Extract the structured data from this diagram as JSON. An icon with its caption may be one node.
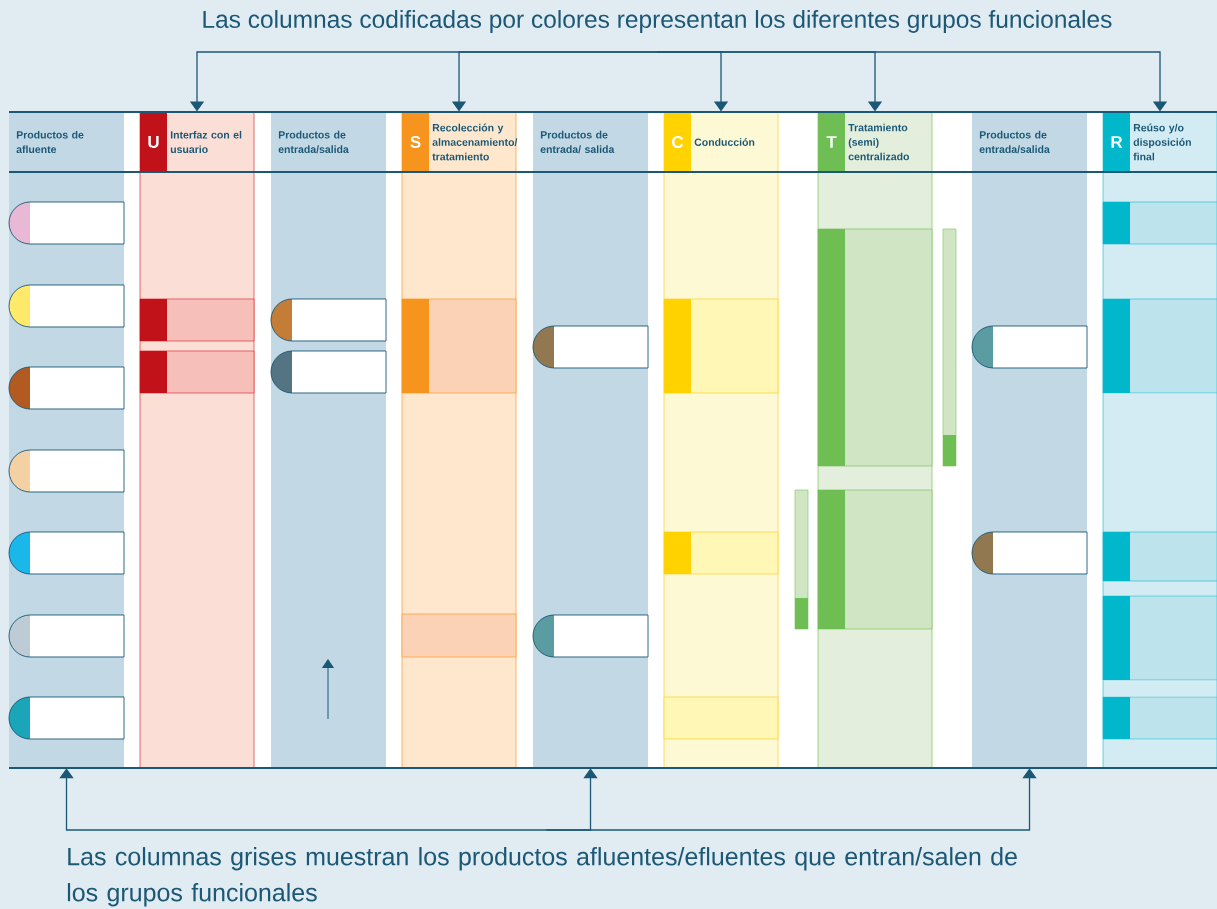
{
  "diagram": {
    "nodes": [
      {
        "text": [
          "Las columnas codificadas por colores representan los diferentes grupos funcionales"
        ]
      },
      {
        "text": [
          "Productos de afluente"
        ]
      },
      {
        "text": [
          "U",
          "Interfaz con el usuario"
        ]
      },
      {
        "text": [
          "Productos de entrada/salida"
        ]
      },
      {
        "text": [
          "S",
          "Recolección y almacenamiento/ tratamiento"
        ]
      },
      {
        "text": [
          "Productos de entrada/ salida"
        ]
      },
      {
        "text": [
          "C",
          "Conducción"
        ]
      },
      {
        "text": [
          "T",
          "Tratamiento (semi) centralizado"
        ]
      },
      {
        "text": [
          "Productos de entrada/salida"
        ]
      },
      {
        "text": [
          "R",
          "Reúso y/o disposición final"
        ]
      },
      {
        "text": [],
        "shape": "pill",
        "in": 1
      },
      {
        "text": [],
        "shape": "pill",
        "in": 1
      },
      {
        "text": [],
        "shape": "pill",
        "in": 1
      },
      {
        "text": [],
        "shape": "pill",
        "in": 1
      },
      {
        "text": [],
        "shape": "pill",
        "in": 1
      },
      {
        "text": [],
        "shape": "pill",
        "in": 1
      },
      {
        "text": [],
        "shape": "pill",
        "in": 1
      },
      {
        "text": [],
        "shape": "box",
        "in": 2
      },
      {
        "text": [],
        "shape": "box",
        "in": 2
      },
      {
        "text": [],
        "shape": "pill",
        "in": 3
      },
      {
        "text": [],
        "shape": "pill",
        "in": 3
      },
      {
        "text": [],
        "shape": "box",
        "in": 4
      },
      {
        "text": [],
        "shape": "box",
        "in": 4
      },
      {
        "text": [],
        "shape": "pill",
        "in": 5
      },
      {
        "text": [],
        "shape": "pill",
        "in": 5
      },
      {
        "text": [],
        "shape": "box",
        "in": 6
      },
      {
        "text": [],
        "shape": "box",
        "in": 6
      },
      {
        "text": [],
        "shape": "box",
        "in": 6
      },
      {
        "text": [],
        "shape": "bar"
      },
      {
        "text": [],
        "shape": "box",
        "in": 7
      },
      {
        "text": [],
        "shape": "box",
        "in": 7
      },
      {
        "text": [],
        "shape": "bar"
      },
      {
        "text": [],
        "shape": "pill",
        "in": 8
      },
      {
        "text": [],
        "shape": "pill",
        "in": 8
      },
      {
        "text": [],
        "shape": "box",
        "in": 9
      },
      {
        "text": [],
        "shape": "box",
        "in": 9
      },
      {
        "text": [],
        "shape": "box",
        "in": 9
      },
      {
        "text": [],
        "shape": "box",
        "in": 9
      },
      {
        "text": [],
        "shape": "box",
        "in": 9
      },
      {
        "text": [
          "Las columnas grises muestran los productos afluentes/efluentes que entran/salen de los grupos funcionales"
        ]
      }
    ],
    "edges": [
      {
        "from": 0,
        "to": 2,
        "arrow": "to"
      },
      {
        "from": 0,
        "to": 4,
        "arrow": "to"
      },
      {
        "from": 0,
        "to": 6,
        "arrow": "to"
      },
      {
        "from": 0,
        "to": 7,
        "arrow": "to"
      },
      {
        "from": 0,
        "to": 9,
        "arrow": "to"
      },
      {
        "from": 39,
        "to": 1,
        "arrow": "to"
      },
      {
        "from": 39,
        "to": 5,
        "arrow": "to"
      },
      {
        "from": 39,
        "to": 8,
        "arrow": "to"
      }
    ]
  }
}
